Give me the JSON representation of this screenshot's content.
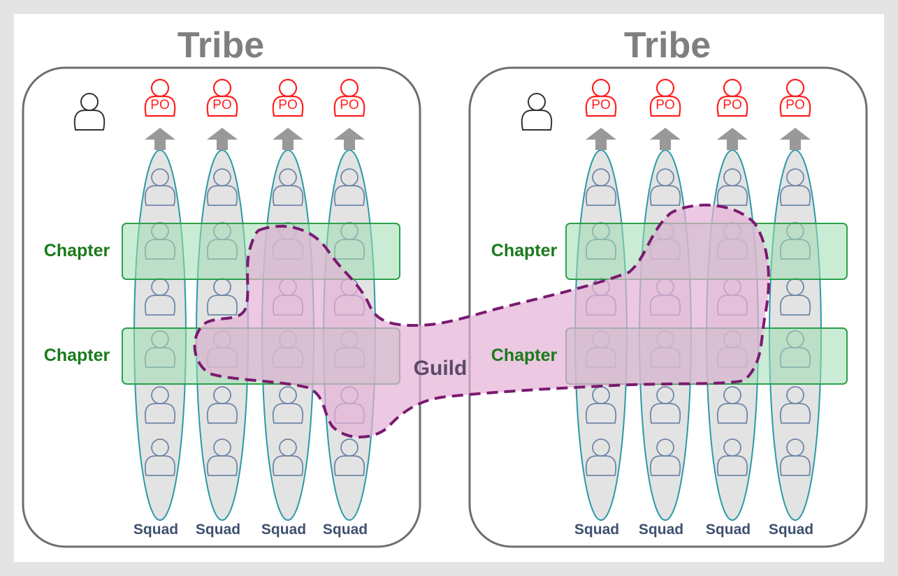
{
  "tribes": [
    {
      "title": "Tribe",
      "squads": [
        "Squad",
        "Squad",
        "Squad",
        "Squad"
      ],
      "po_labels": [
        "PO",
        "PO",
        "PO",
        "PO"
      ],
      "chapters": [
        "Chapter",
        "Chapter"
      ]
    },
    {
      "title": "Tribe",
      "squads": [
        "Squad",
        "Squad",
        "Squad",
        "Squad"
      ],
      "po_labels": [
        "PO",
        "PO",
        "PO",
        "PO"
      ],
      "chapters": [
        "Chapter",
        "Chapter"
      ]
    }
  ],
  "guild": {
    "label": "Guild"
  },
  "colors": {
    "tribe_title": "#7f7f7f",
    "po": "#ff2020",
    "chapter_text": "#1a7a1a",
    "chapter_fill": "#9fdcb0",
    "squad_stroke": "#2a9aa8",
    "squad_text": "#3f5070",
    "guild_stroke": "#7a1a70",
    "guild_fill": "#e9b8dc"
  }
}
